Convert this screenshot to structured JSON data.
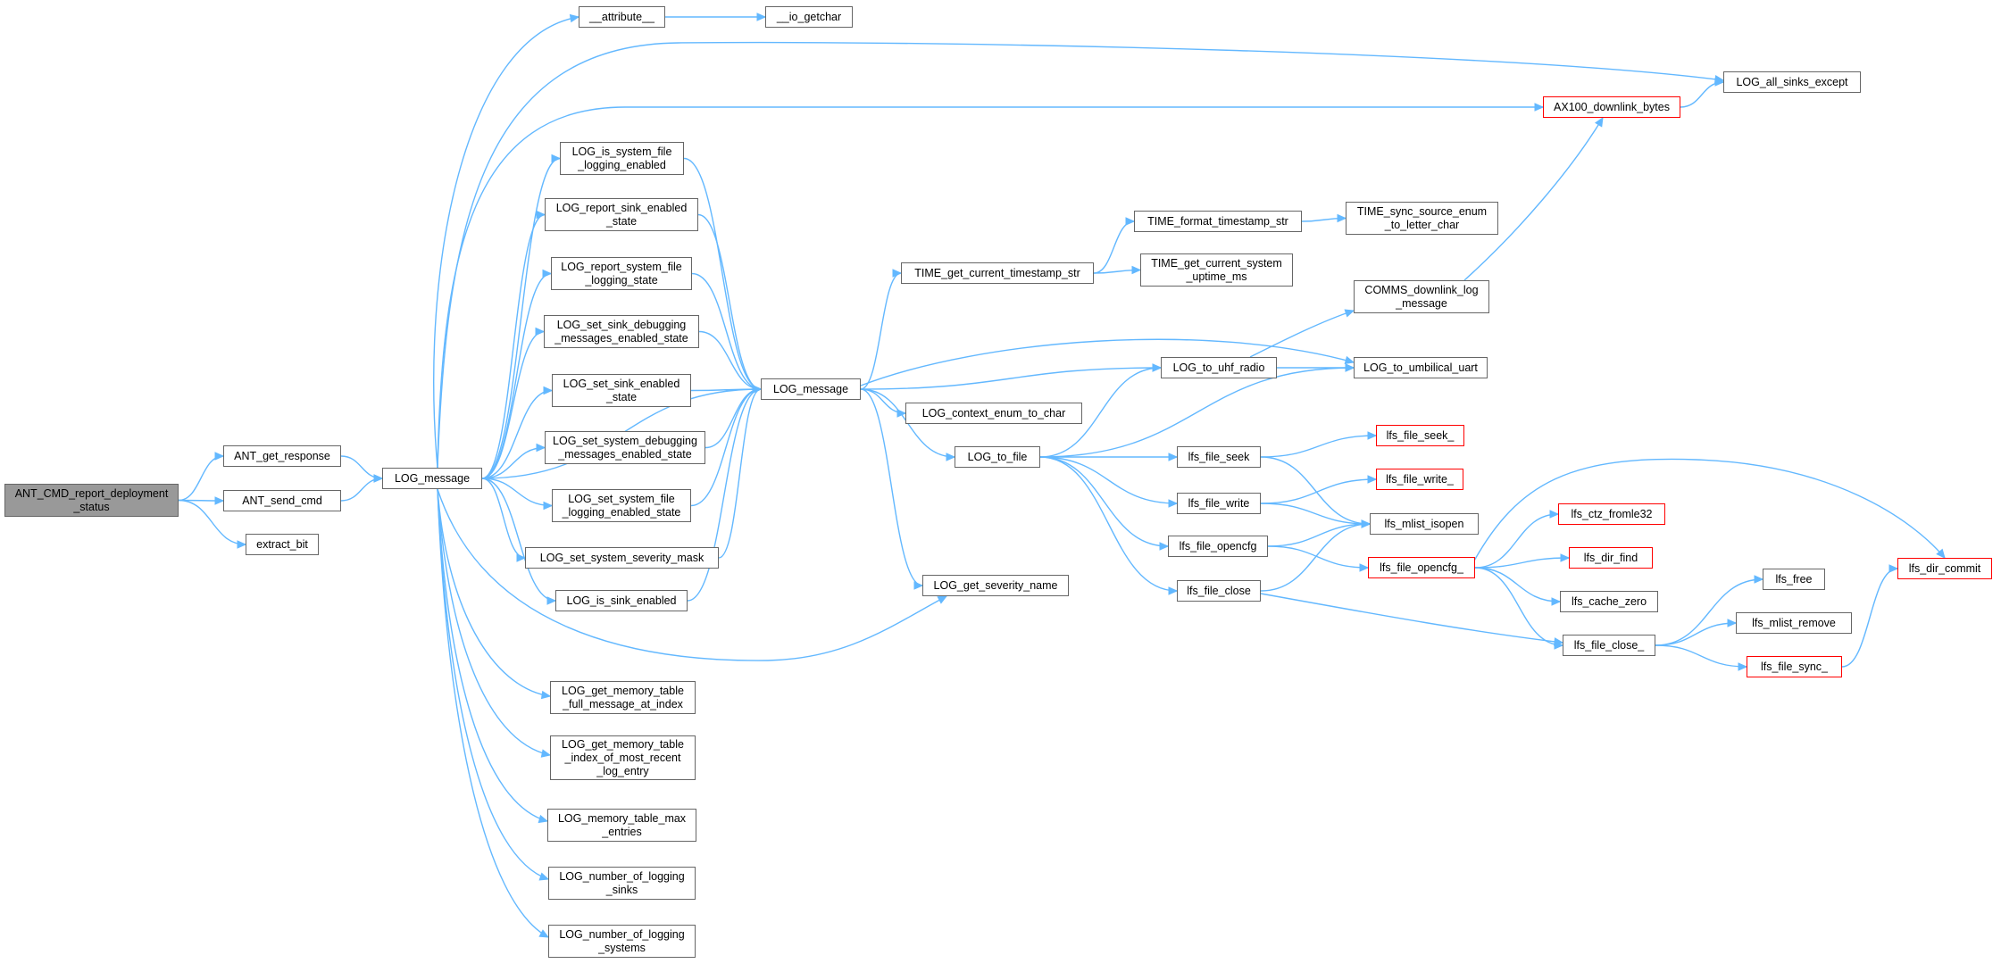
{
  "graph": {
    "nodes": [
      {
        "id": "root",
        "label": "ANT_CMD_report_deployment\n_status",
        "style": "root"
      },
      {
        "id": "ant_get_response",
        "label": "ANT_get_response"
      },
      {
        "id": "ant_send_cmd",
        "label": "ANT_send_cmd"
      },
      {
        "id": "extract_bit",
        "label": "extract_bit"
      },
      {
        "id": "log_message_main",
        "label": "LOG_message"
      },
      {
        "id": "attribute",
        "label": "__attribute__"
      },
      {
        "id": "io_getchar",
        "label": "__io_getchar"
      },
      {
        "id": "log_all_sinks_except",
        "label": "LOG_all_sinks_except"
      },
      {
        "id": "ax100_downlink_bytes",
        "label": "AX100_downlink_bytes",
        "style": "truncated"
      },
      {
        "id": "log_is_system_file_logging_enabled",
        "label": "LOG_is_system_file\n_logging_enabled"
      },
      {
        "id": "log_report_sink_enabled_state",
        "label": "LOG_report_sink_enabled\n_state"
      },
      {
        "id": "log_report_system_file_logging_state",
        "label": "LOG_report_system_file\n_logging_state"
      },
      {
        "id": "log_set_sink_debugging_messages_enabled_state",
        "label": "LOG_set_sink_debugging\n_messages_enabled_state"
      },
      {
        "id": "log_set_sink_enabled_state",
        "label": "LOG_set_sink_enabled\n_state"
      },
      {
        "id": "log_set_system_debugging_messages_enabled_state",
        "label": "LOG_set_system_debugging\n_messages_enabled_state"
      },
      {
        "id": "log_set_system_file_logging_enabled_state",
        "label": "LOG_set_system_file\n_logging_enabled_state"
      },
      {
        "id": "log_set_system_severity_mask",
        "label": "LOG_set_system_severity_mask"
      },
      {
        "id": "log_is_sink_enabled",
        "label": "LOG_is_sink_enabled"
      },
      {
        "id": "log_get_memory_table_full_message_at_index",
        "label": "LOG_get_memory_table\n_full_message_at_index"
      },
      {
        "id": "log_get_memory_table_index_of_most_recent_log_entry",
        "label": "LOG_get_memory_table\n_index_of_most_recent\n_log_entry"
      },
      {
        "id": "log_memory_table_max_entries",
        "label": "LOG_memory_table_max\n_entries"
      },
      {
        "id": "log_number_of_logging_sinks",
        "label": "LOG_number_of_logging\n_sinks"
      },
      {
        "id": "log_number_of_logging_systems",
        "label": "LOG_number_of_logging\n_systems"
      },
      {
        "id": "log_message_inner",
        "label": "LOG_message"
      },
      {
        "id": "time_get_current_timestamp_str",
        "label": "TIME_get_current_timestamp_str"
      },
      {
        "id": "time_format_timestamp_str",
        "label": "TIME_format_timestamp_str"
      },
      {
        "id": "time_sync_source_enum_to_letter_char",
        "label": "TIME_sync_source_enum\n_to_letter_char"
      },
      {
        "id": "time_get_current_system_uptime_ms",
        "label": "TIME_get_current_system\n_uptime_ms"
      },
      {
        "id": "comms_downlink_log_message",
        "label": "COMMS_downlink_log\n_message"
      },
      {
        "id": "log_to_uhf_radio",
        "label": "LOG_to_uhf_radio"
      },
      {
        "id": "log_to_umbilical_uart",
        "label": "LOG_to_umbilical_uart"
      },
      {
        "id": "log_context_enum_to_char",
        "label": "LOG_context_enum_to_char"
      },
      {
        "id": "log_to_file",
        "label": "LOG_to_file"
      },
      {
        "id": "log_get_severity_name",
        "label": "LOG_get_severity_name"
      },
      {
        "id": "lfs_file_seek",
        "label": "lfs_file_seek"
      },
      {
        "id": "lfs_file_seek_",
        "label": "lfs_file_seek_",
        "style": "truncated"
      },
      {
        "id": "lfs_file_write",
        "label": "lfs_file_write"
      },
      {
        "id": "lfs_file_write_",
        "label": "lfs_file_write_",
        "style": "truncated"
      },
      {
        "id": "lfs_mlist_isopen",
        "label": "lfs_mlist_isopen"
      },
      {
        "id": "lfs_file_opencfg",
        "label": "lfs_file_opencfg"
      },
      {
        "id": "lfs_file_opencfg_",
        "label": "lfs_file_opencfg_",
        "style": "truncated"
      },
      {
        "id": "lfs_ctz_fromle32",
        "label": "lfs_ctz_fromle32",
        "style": "truncated"
      },
      {
        "id": "lfs_dir_find",
        "label": "lfs_dir_find",
        "style": "truncated"
      },
      {
        "id": "lfs_cache_zero",
        "label": "lfs_cache_zero"
      },
      {
        "id": "lfs_file_close",
        "label": "lfs_file_close"
      },
      {
        "id": "lfs_file_close_",
        "label": "lfs_file_close_"
      },
      {
        "id": "lfs_free",
        "label": "lfs_free"
      },
      {
        "id": "lfs_mlist_remove",
        "label": "lfs_mlist_remove"
      },
      {
        "id": "lfs_file_sync_",
        "label": "lfs_file_sync_",
        "style": "truncated"
      },
      {
        "id": "lfs_dir_commit",
        "label": "lfs_dir_commit",
        "style": "truncated"
      }
    ],
    "edges": [
      [
        "root",
        "ant_get_response"
      ],
      [
        "root",
        "ant_send_cmd"
      ],
      [
        "root",
        "extract_bit"
      ],
      [
        "ant_get_response",
        "log_message_main"
      ],
      [
        "ant_send_cmd",
        "log_message_main"
      ],
      [
        "log_message_main",
        "attribute"
      ],
      [
        "attribute",
        "io_getchar"
      ],
      [
        "log_message_main",
        "log_all_sinks_except"
      ],
      [
        "log_message_main",
        "ax100_downlink_bytes"
      ],
      [
        "ax100_downlink_bytes",
        "log_all_sinks_except"
      ],
      [
        "log_message_main",
        "log_is_system_file_logging_enabled"
      ],
      [
        "log_message_main",
        "log_report_sink_enabled_state"
      ],
      [
        "log_message_main",
        "log_report_system_file_logging_state"
      ],
      [
        "log_message_main",
        "log_set_sink_debugging_messages_enabled_state"
      ],
      [
        "log_message_main",
        "log_set_sink_enabled_state"
      ],
      [
        "log_message_main",
        "log_set_system_debugging_messages_enabled_state"
      ],
      [
        "log_message_main",
        "log_set_system_file_logging_enabled_state"
      ],
      [
        "log_message_main",
        "log_set_system_severity_mask"
      ],
      [
        "log_message_main",
        "log_is_sink_enabled"
      ],
      [
        "log_message_main",
        "log_get_memory_table_full_message_at_index"
      ],
      [
        "log_message_main",
        "log_get_memory_table_index_of_most_recent_log_entry"
      ],
      [
        "log_message_main",
        "log_memory_table_max_entries"
      ],
      [
        "log_message_main",
        "log_number_of_logging_sinks"
      ],
      [
        "log_message_main",
        "log_number_of_logging_systems"
      ],
      [
        "log_message_main",
        "log_message_inner"
      ],
      [
        "log_message_main",
        "log_get_severity_name"
      ],
      [
        "log_is_system_file_logging_enabled",
        "log_message_inner"
      ],
      [
        "log_report_sink_enabled_state",
        "log_message_inner"
      ],
      [
        "log_report_system_file_logging_state",
        "log_message_inner"
      ],
      [
        "log_set_sink_debugging_messages_enabled_state",
        "log_message_inner"
      ],
      [
        "log_set_sink_enabled_state",
        "log_message_inner"
      ],
      [
        "log_set_system_debugging_messages_enabled_state",
        "log_message_inner"
      ],
      [
        "log_set_system_file_logging_enabled_state",
        "log_message_inner"
      ],
      [
        "log_set_system_severity_mask",
        "log_message_inner"
      ],
      [
        "log_is_sink_enabled",
        "log_message_inner"
      ],
      [
        "log_message_inner",
        "time_get_current_timestamp_str"
      ],
      [
        "time_get_current_timestamp_str",
        "time_format_timestamp_str"
      ],
      [
        "time_get_current_timestamp_str",
        "time_get_current_system_uptime_ms"
      ],
      [
        "time_format_timestamp_str",
        "time_sync_source_enum_to_letter_char"
      ],
      [
        "log_message_inner",
        "log_to_umbilical_uart"
      ],
      [
        "log_message_inner",
        "log_to_uhf_radio"
      ],
      [
        "log_message_inner",
        "log_context_enum_to_char"
      ],
      [
        "log_message_inner",
        "log_to_file"
      ],
      [
        "log_message_inner",
        "log_get_severity_name"
      ],
      [
        "log_to_uhf_radio",
        "comms_downlink_log_message"
      ],
      [
        "log_to_uhf_radio",
        "log_to_umbilical_uart"
      ],
      [
        "comms_downlink_log_message",
        "ax100_downlink_bytes"
      ],
      [
        "log_to_file",
        "log_to_uhf_radio"
      ],
      [
        "log_to_file",
        "log_to_umbilical_uart"
      ],
      [
        "log_to_file",
        "lfs_file_seek"
      ],
      [
        "log_to_file",
        "lfs_file_write"
      ],
      [
        "log_to_file",
        "lfs_file_opencfg"
      ],
      [
        "log_to_file",
        "lfs_file_close"
      ],
      [
        "lfs_file_seek",
        "lfs_file_seek_"
      ],
      [
        "lfs_file_seek",
        "lfs_mlist_isopen"
      ],
      [
        "lfs_file_write",
        "lfs_file_write_"
      ],
      [
        "lfs_file_write",
        "lfs_mlist_isopen"
      ],
      [
        "lfs_file_opencfg",
        "lfs_mlist_isopen"
      ],
      [
        "lfs_file_opencfg",
        "lfs_file_opencfg_"
      ],
      [
        "lfs_file_close",
        "lfs_mlist_isopen"
      ],
      [
        "lfs_file_close",
        "lfs_file_close_"
      ],
      [
        "lfs_file_opencfg_",
        "lfs_ctz_fromle32"
      ],
      [
        "lfs_file_opencfg_",
        "lfs_dir_find"
      ],
      [
        "lfs_file_opencfg_",
        "lfs_cache_zero"
      ],
      [
        "lfs_file_opencfg_",
        "lfs_file_close_"
      ],
      [
        "lfs_file_opencfg_",
        "lfs_dir_commit"
      ],
      [
        "lfs_file_close_",
        "lfs_free"
      ],
      [
        "lfs_file_close_",
        "lfs_mlist_remove"
      ],
      [
        "lfs_file_close_",
        "lfs_file_sync_"
      ],
      [
        "lfs_file_sync_",
        "lfs_dir_commit"
      ]
    ]
  }
}
